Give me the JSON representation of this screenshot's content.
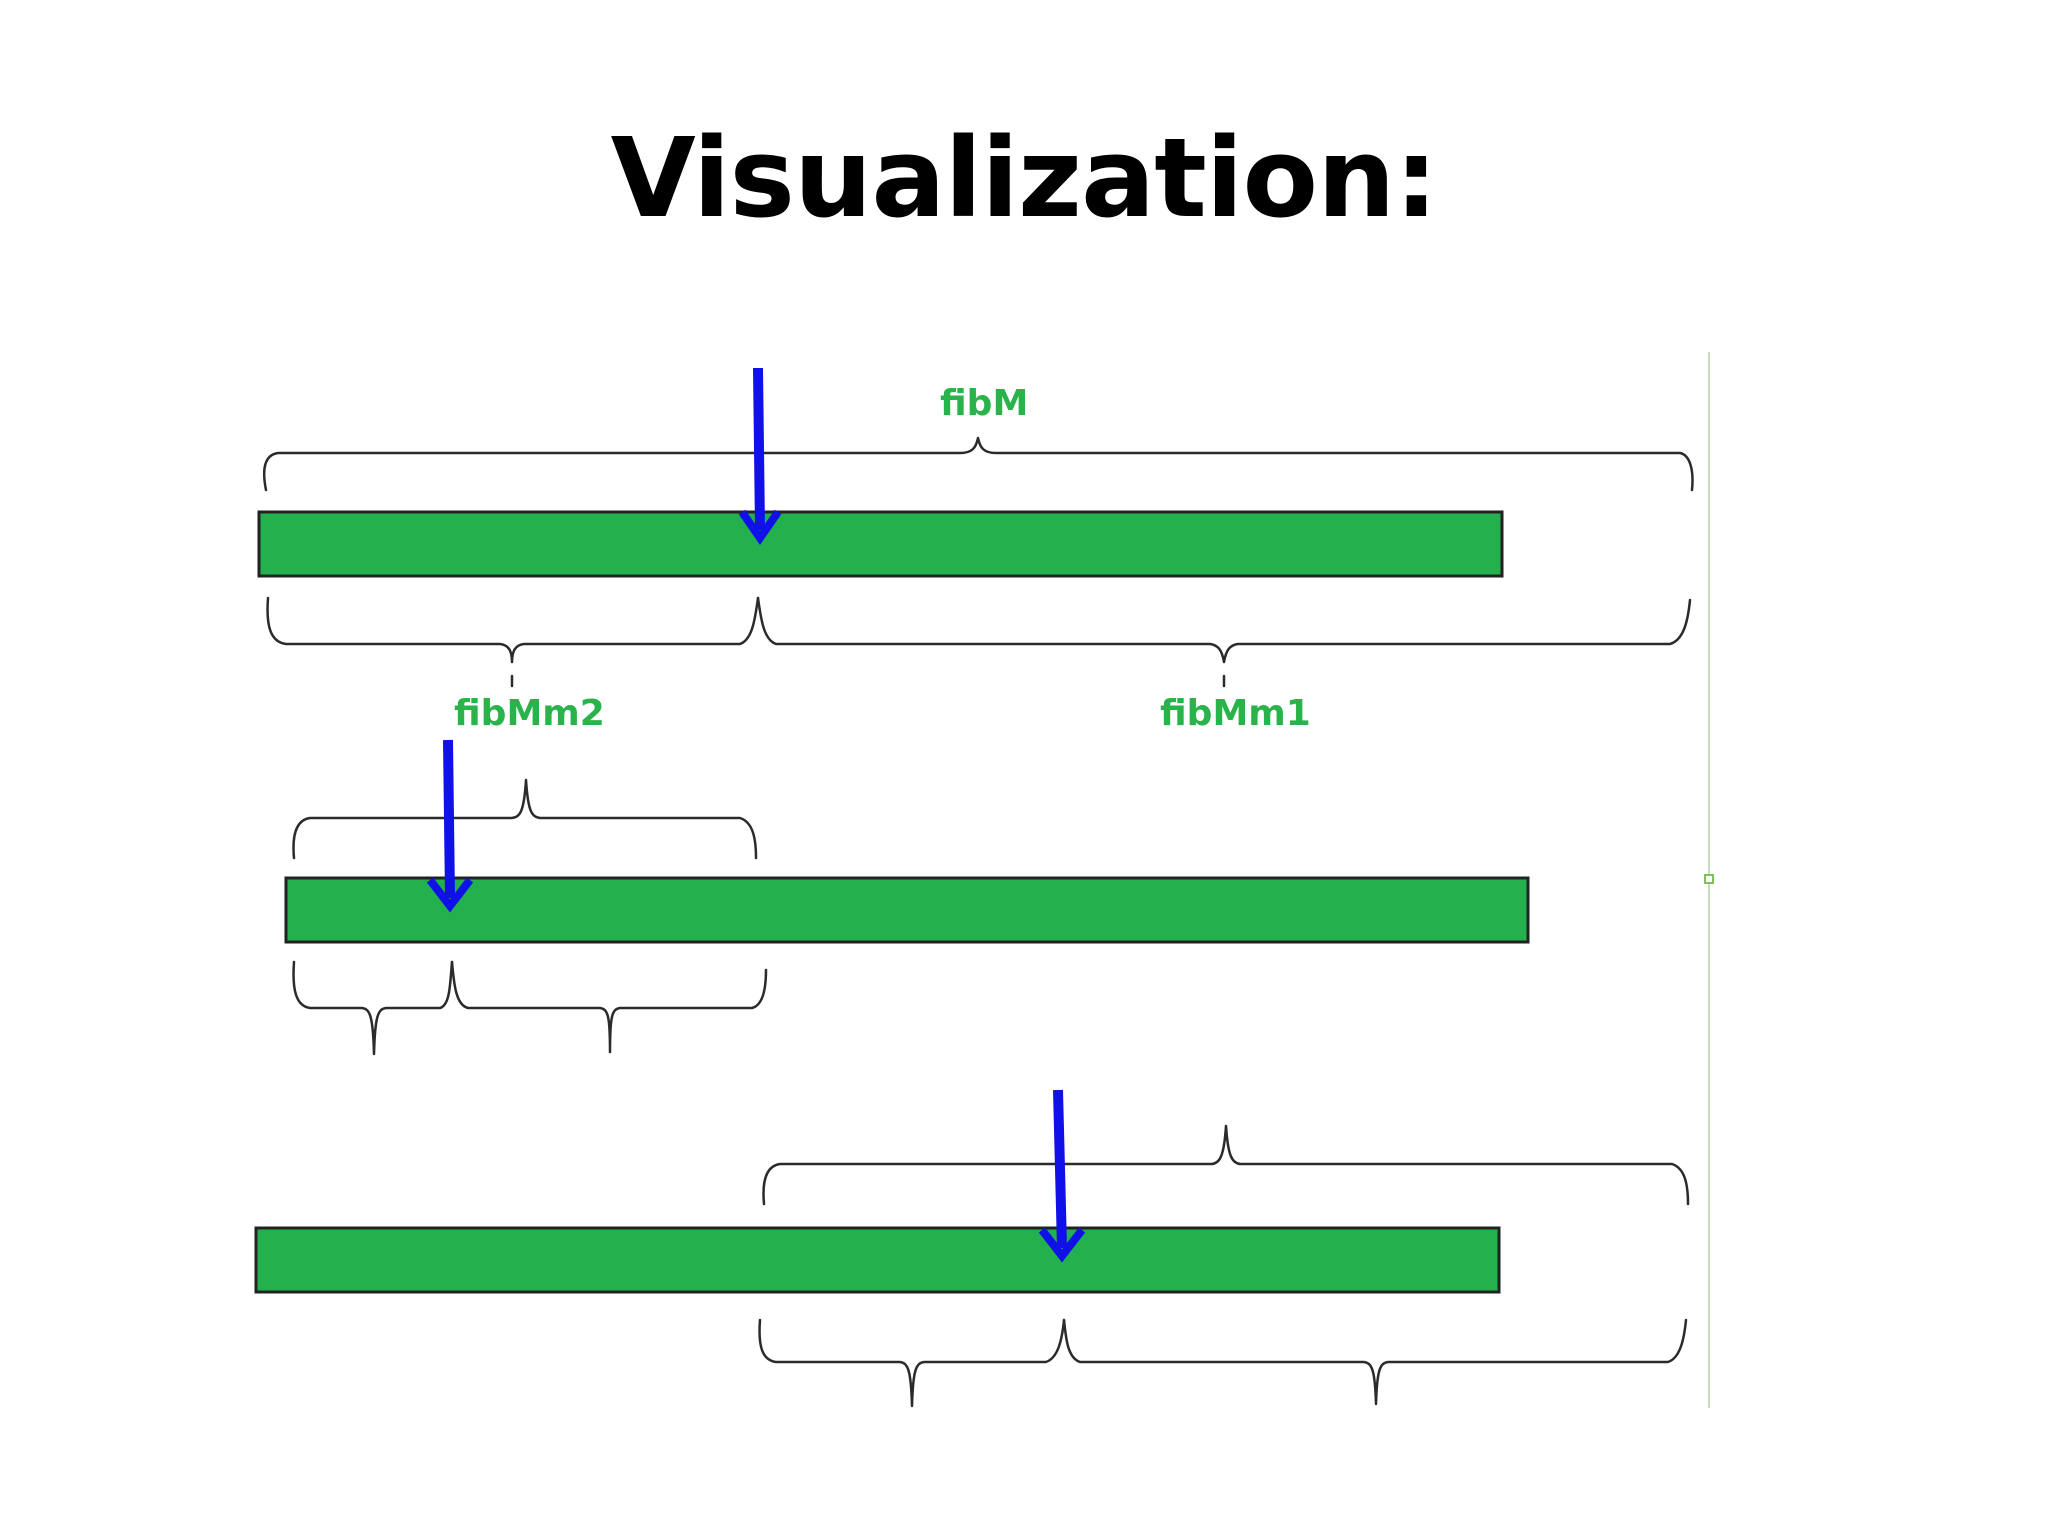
{
  "title": "Visualization:",
  "labels": {
    "fibM": "fibM",
    "fibMm2": "fibMm2",
    "fibMm1": "fibMm1"
  },
  "colors": {
    "bar_fill": "#22b14c",
    "arrow": "#1010e8",
    "label": "#2ab34a",
    "brace": "#2b2b2b"
  },
  "icons": {
    "pointer": "down-arrow-icon"
  }
}
